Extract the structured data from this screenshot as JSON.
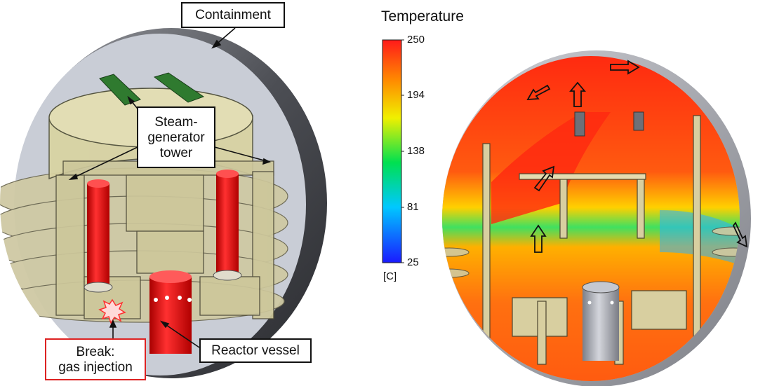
{
  "labels": {
    "containment": "Containment",
    "steam_generator_line1": "Steam-",
    "steam_generator_line2": "generator",
    "steam_generator_line3": "tower",
    "break_line1": "Break:",
    "break_line2": "gas injection",
    "reactor_vessel": "Reactor vessel"
  },
  "colorbar": {
    "title": "Temperature",
    "unit": "[C]",
    "ticks": [
      "250",
      "194",
      "138",
      "81",
      "25"
    ],
    "min": 25,
    "max": 250,
    "colors": [
      "#1a1aff",
      "#00c8ff",
      "#00e050",
      "#f0f000",
      "#ff8a00",
      "#ff1a1a"
    ]
  },
  "colors": {
    "model_body": "#d8d3a3",
    "model_edge": "#555540",
    "vessel": "#e31010",
    "steam_generator": "#e31010",
    "pipes": "#2f7a2f",
    "shell": "#5f6166",
    "break_star": "#ff3030",
    "label_red_border": "#dd2222"
  }
}
